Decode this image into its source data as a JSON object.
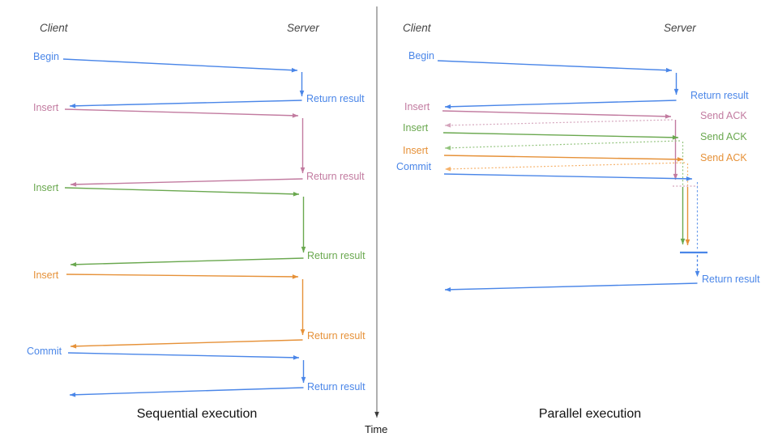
{
  "palette": {
    "blue": "#4a86e8",
    "pink": "#c27ba0",
    "green": "#6aa84f",
    "orange": "#e69138",
    "light_blue": "#6d9eeb",
    "light_pink": "#d5a6bd",
    "light_green": "#93c47d",
    "light_orange": "#f6b26b",
    "axis_gray": "#616161",
    "header_gray": "#444444",
    "title_black": "#111111"
  },
  "time_label": "Time",
  "sequential": {
    "title": "Sequential execution",
    "client": "Client",
    "server": "Server",
    "steps": [
      {
        "request": "Begin",
        "response": "Return result",
        "color": "blue"
      },
      {
        "request": "Insert",
        "response": "Return result",
        "color": "pink"
      },
      {
        "request": "Insert",
        "response": "Return result",
        "color": "green"
      },
      {
        "request": "Insert",
        "response": "Return result",
        "color": "orange"
      },
      {
        "request": "Commit",
        "response": "Return result",
        "color": "blue"
      }
    ]
  },
  "parallel": {
    "title": "Parallel execution",
    "client": "Client",
    "server": "Server",
    "steps": [
      {
        "request": "Begin",
        "response": "Return result",
        "color": "blue"
      },
      {
        "request": "Insert",
        "response": "Send ACK",
        "color": "pink"
      },
      {
        "request": "Insert",
        "response": "Send ACK",
        "color": "green"
      },
      {
        "request": "Insert",
        "response": "Send ACK",
        "color": "orange"
      },
      {
        "request": "Commit",
        "response": "Return result",
        "color": "blue"
      }
    ]
  }
}
